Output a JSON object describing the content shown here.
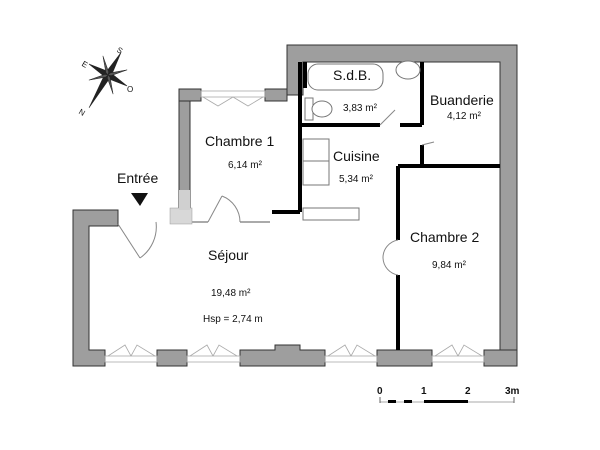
{
  "compass": {
    "labels": {
      "north": "N",
      "south": "S",
      "east": "E",
      "west": "O"
    }
  },
  "entrance": {
    "label": "Entrée",
    "marker": "arrow-down-icon"
  },
  "rooms": [
    {
      "id": "sdb",
      "name": "S.d.B.",
      "area": "3,83 m²"
    },
    {
      "id": "buanderie",
      "name": "Buanderie",
      "area": "4,12 m²"
    },
    {
      "id": "chambre1",
      "name": "Chambre 1",
      "area": "6,14 m²"
    },
    {
      "id": "cuisine",
      "name": "Cuisine",
      "area": "5,34 m²"
    },
    {
      "id": "chambre2",
      "name": "Chambre 2",
      "area": "9,84 m²"
    },
    {
      "id": "sejour",
      "name": "Séjour",
      "area": "19,48 m²",
      "note": "Hsp = 2,74 m"
    }
  ],
  "scale_bar": {
    "ticks": [
      "0",
      "1",
      "2",
      "3m"
    ]
  },
  "colors": {
    "wall": "#9e9e9e",
    "wall_outline": "#333333",
    "partition": "#000000",
    "fixture": "#888888"
  }
}
